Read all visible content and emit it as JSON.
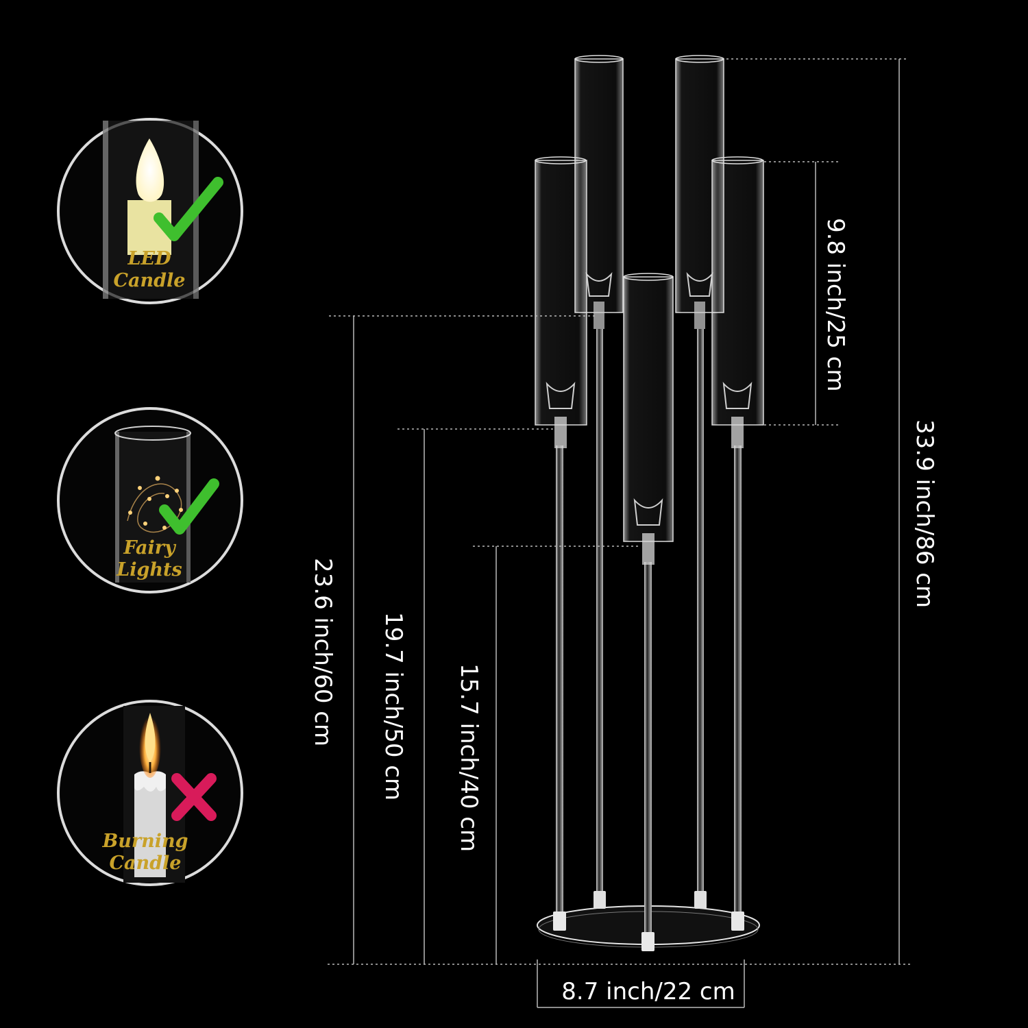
{
  "usage_badges": [
    {
      "line1": "LED",
      "line2": "Candle",
      "status": "allowed",
      "icon": "check-icon",
      "color": "#3fbf2e"
    },
    {
      "line1": "Fairy",
      "line2": "Lights",
      "status": "allowed",
      "icon": "check-icon",
      "color": "#3fbf2e"
    },
    {
      "line1": "Burning",
      "line2": "Candle",
      "status": "not-allowed",
      "icon": "cross-icon",
      "color": "#d81b5a"
    }
  ],
  "dimensions": {
    "tube_height": "9.8 inch/25 cm",
    "total_height": "33.9 inch/86 cm",
    "arm_60": "23.6 inch/60 cm",
    "arm_50": "19.7 inch/50 cm",
    "arm_40": "15.7 inch/40 cm",
    "base_width": "8.7 inch/22 cm"
  },
  "colors": {
    "background": "#000000",
    "badge_text": "#c9a22a",
    "check": "#3fbf2e",
    "cross": "#d81b5a"
  }
}
